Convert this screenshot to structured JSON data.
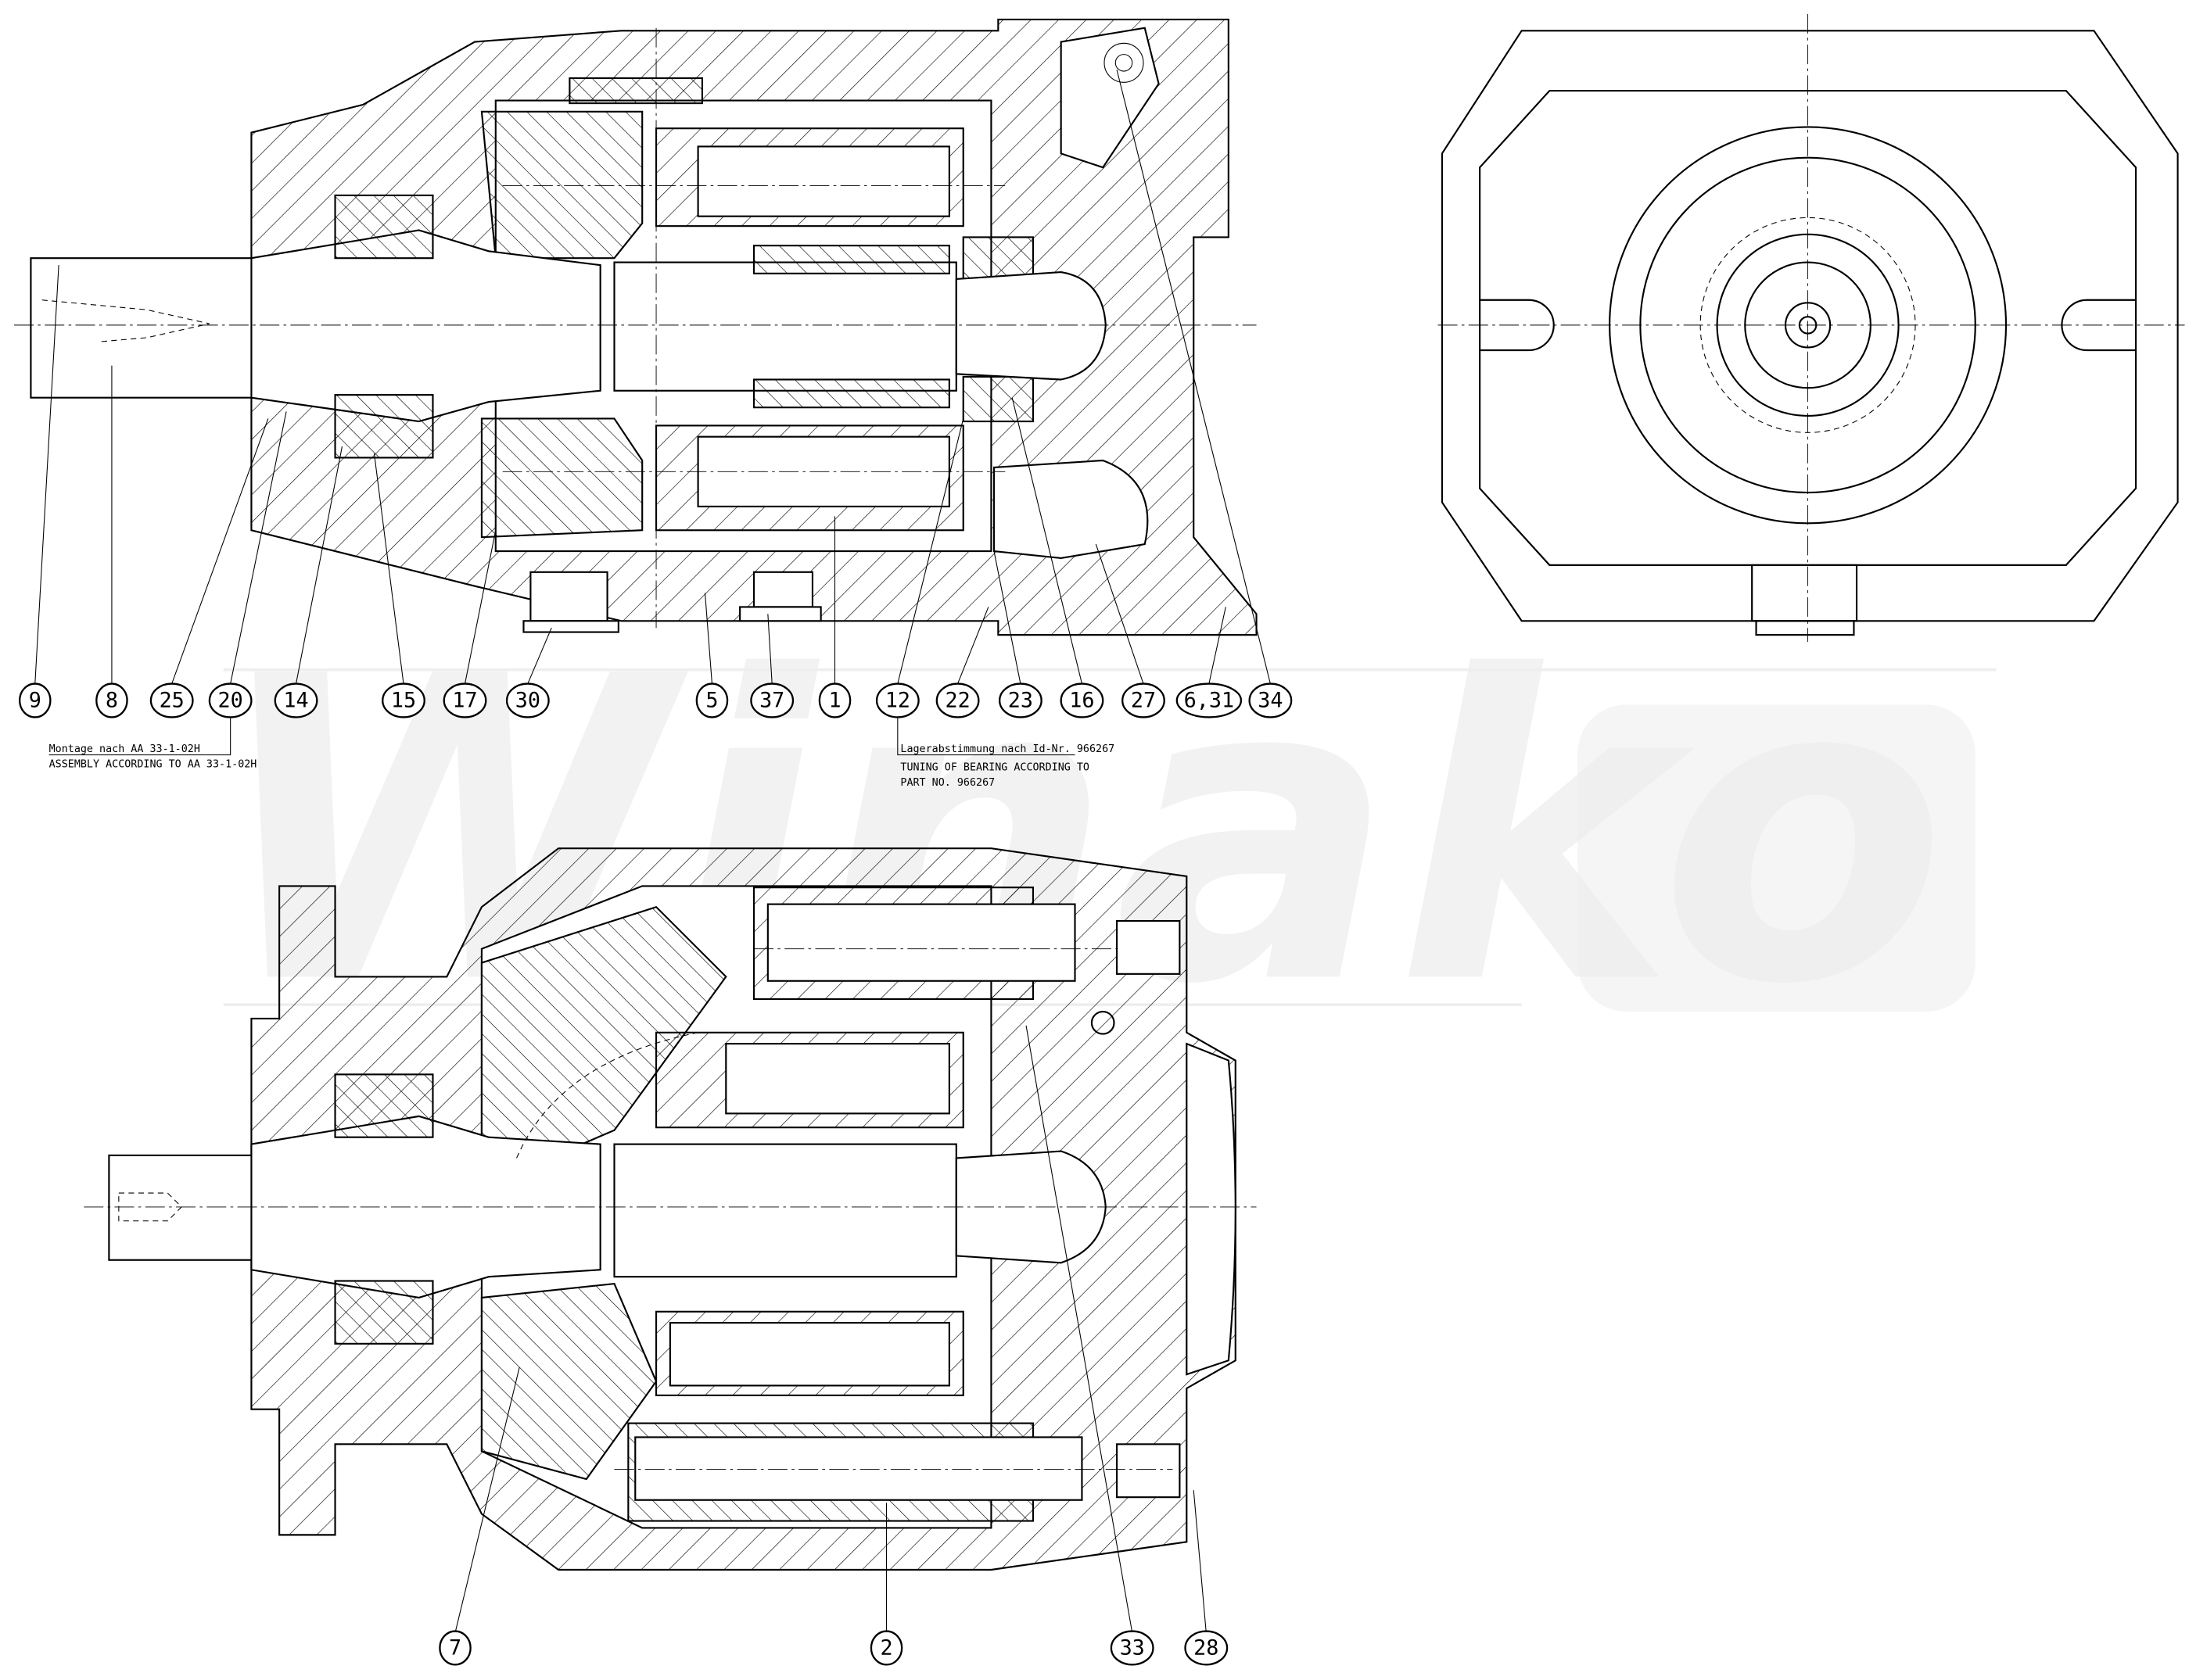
{
  "drawing": {
    "watermark": "Winako",
    "top_section_balloons": [
      "9",
      "8",
      "25",
      "20",
      "14",
      "15",
      "17",
      "30",
      "5",
      "37",
      "1",
      "12",
      "22",
      "23",
      "16",
      "27",
      "6,31",
      "34"
    ],
    "bottom_section_balloons": [
      "7",
      "2",
      "33",
      "28"
    ],
    "notes": {
      "assembly_de": "Montage nach AA 33-1-02H",
      "assembly_en": "ASSEMBLY ACCORDING TO AA 33-1-02H",
      "bearing_de": "Lagerabstimmung nach Id-Nr. 966267",
      "bearing_en_1": "TUNING OF BEARING ACCORDING TO",
      "bearing_en_2": "PART NO. 966267"
    }
  }
}
